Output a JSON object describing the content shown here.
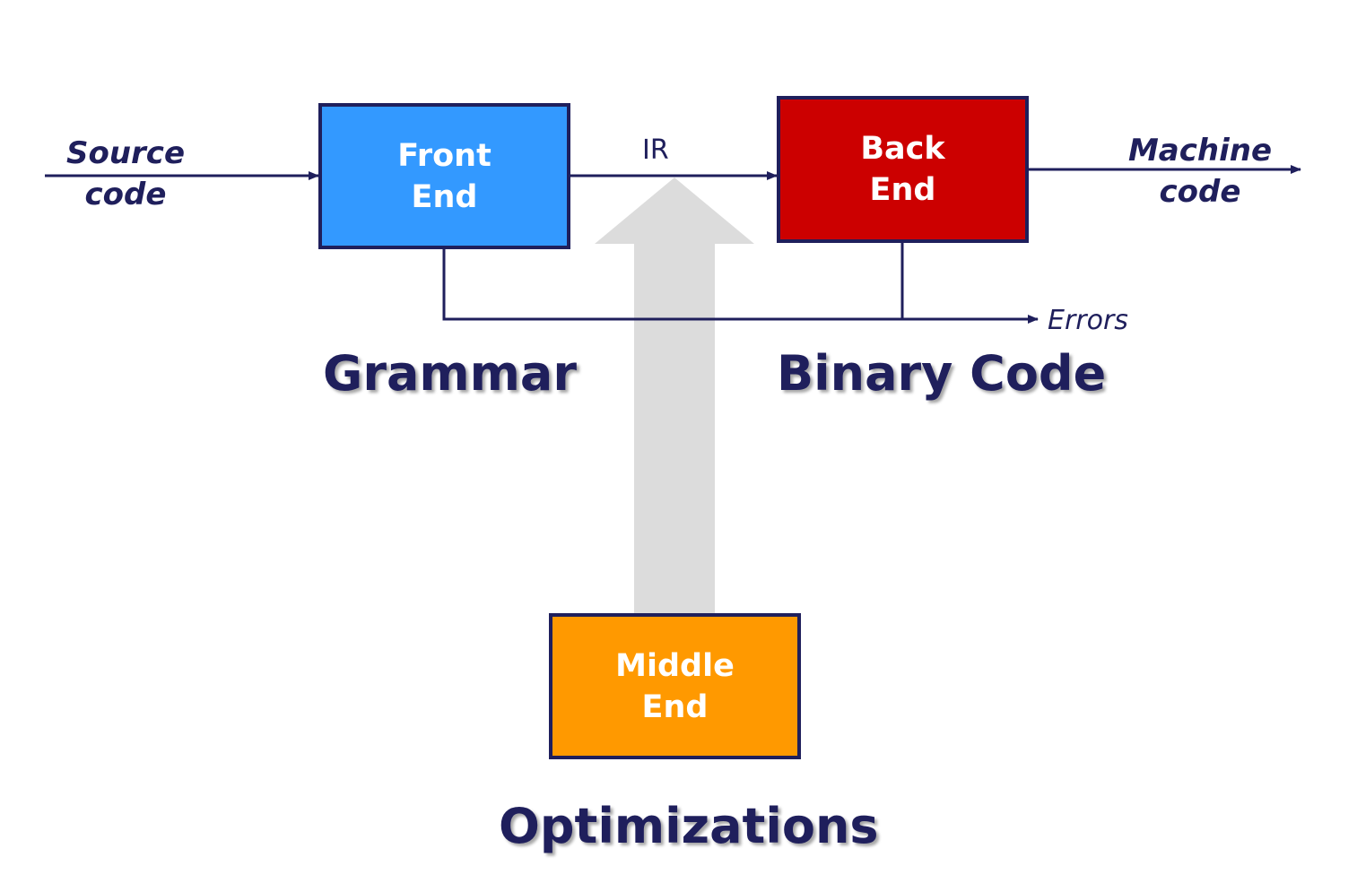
{
  "diagram": {
    "colors": {
      "front_end": "#3399ff",
      "back_end": "#cc0000",
      "middle_end": "#ff9900",
      "ink": "#1f1f5c",
      "big_arrow": "#dcdcdc"
    },
    "inputs": {
      "source_code": "Source\ncode"
    },
    "outputs": {
      "machine_code": "Machine\ncode",
      "errors": "Errors"
    },
    "ir_label": "IR",
    "boxes": {
      "front_end": "Front\nEnd",
      "back_end": "Back\nEnd",
      "middle_end": "Middle\nEnd"
    },
    "stage_labels": {
      "grammar": "Grammar",
      "binary_code": "Binary Code",
      "optimizations": "Optimizations"
    }
  }
}
